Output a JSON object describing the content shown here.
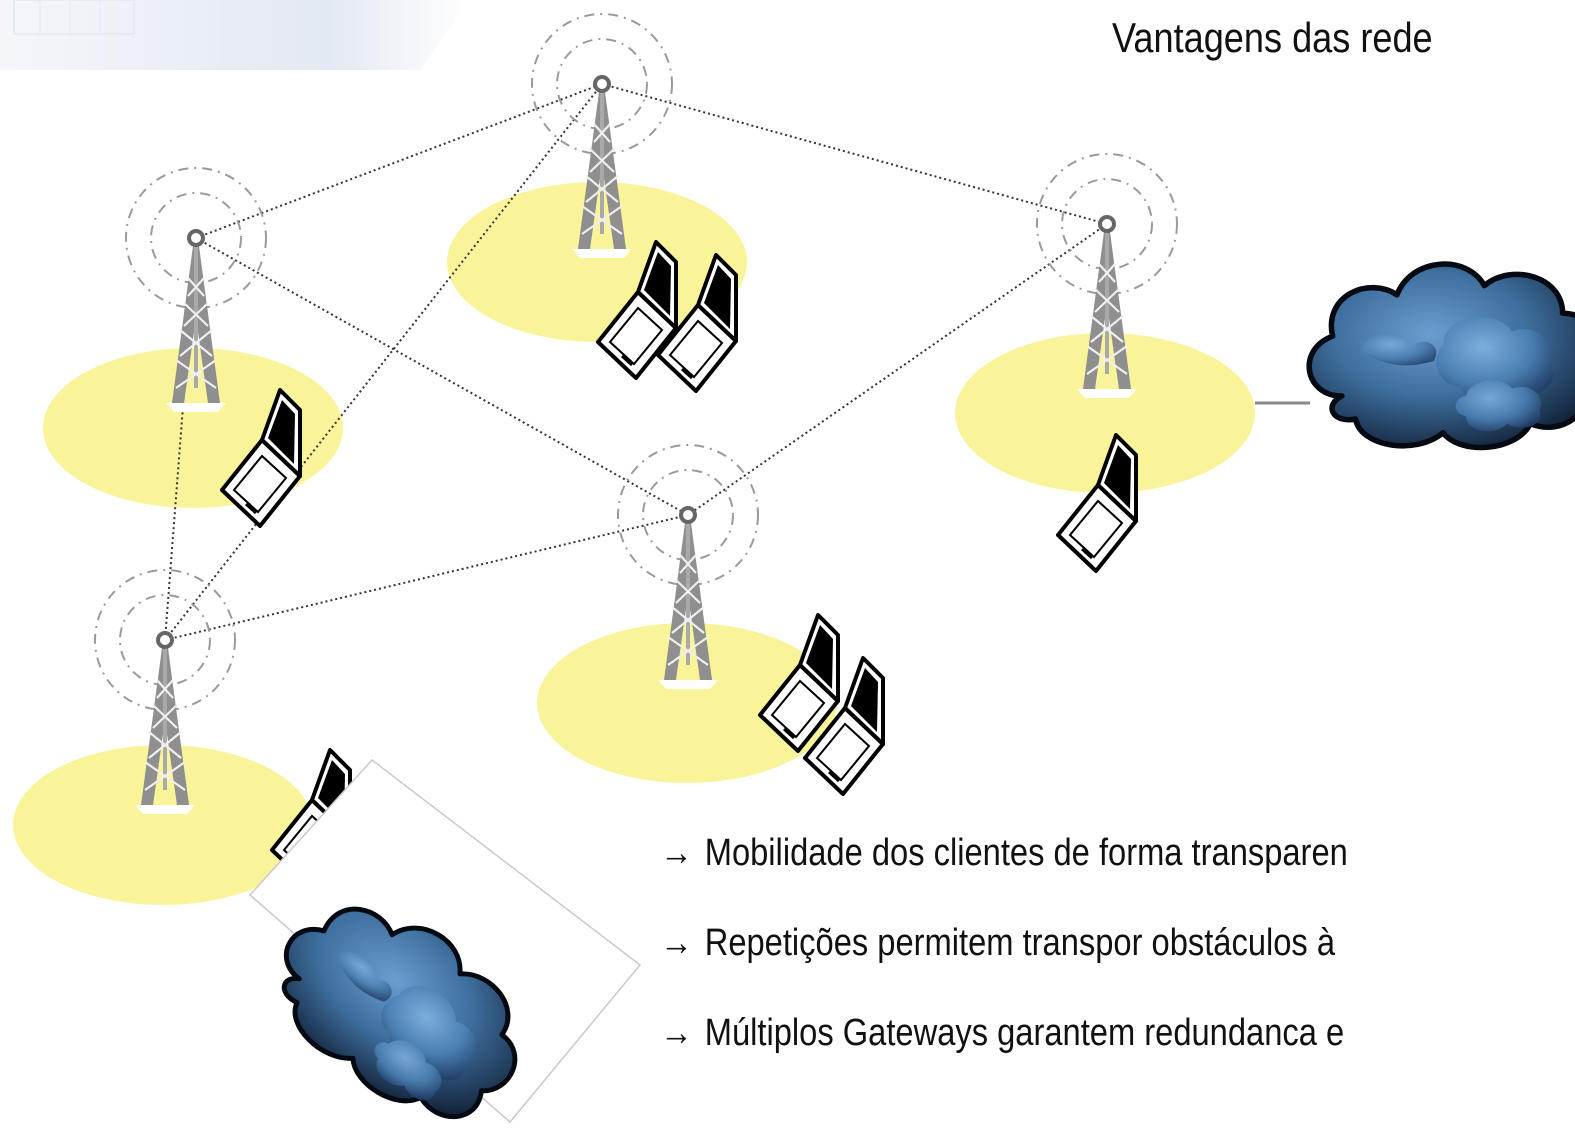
{
  "title": "Vantagens das rede",
  "bullets": [
    {
      "arrow": "→",
      "text": "Mobilidade dos clientes de forma transparen"
    },
    {
      "arrow": "→",
      "text": "Repetições permitem transpor obstáculos à"
    },
    {
      "arrow": "→",
      "text": "Múltiplos Gateways garantem redundanca e"
    }
  ],
  "icons": {
    "tower": "radio-tower-icon",
    "laptop": "laptop-icon",
    "cloud": "internet-cloud-icon"
  },
  "colors": {
    "coverage": "#f9f49a",
    "tower": "#8c8c8c",
    "cloud_dark": "#0f1c2e",
    "cloud_light": "#5a8cbe",
    "link": "#333333",
    "text": "#111111"
  }
}
